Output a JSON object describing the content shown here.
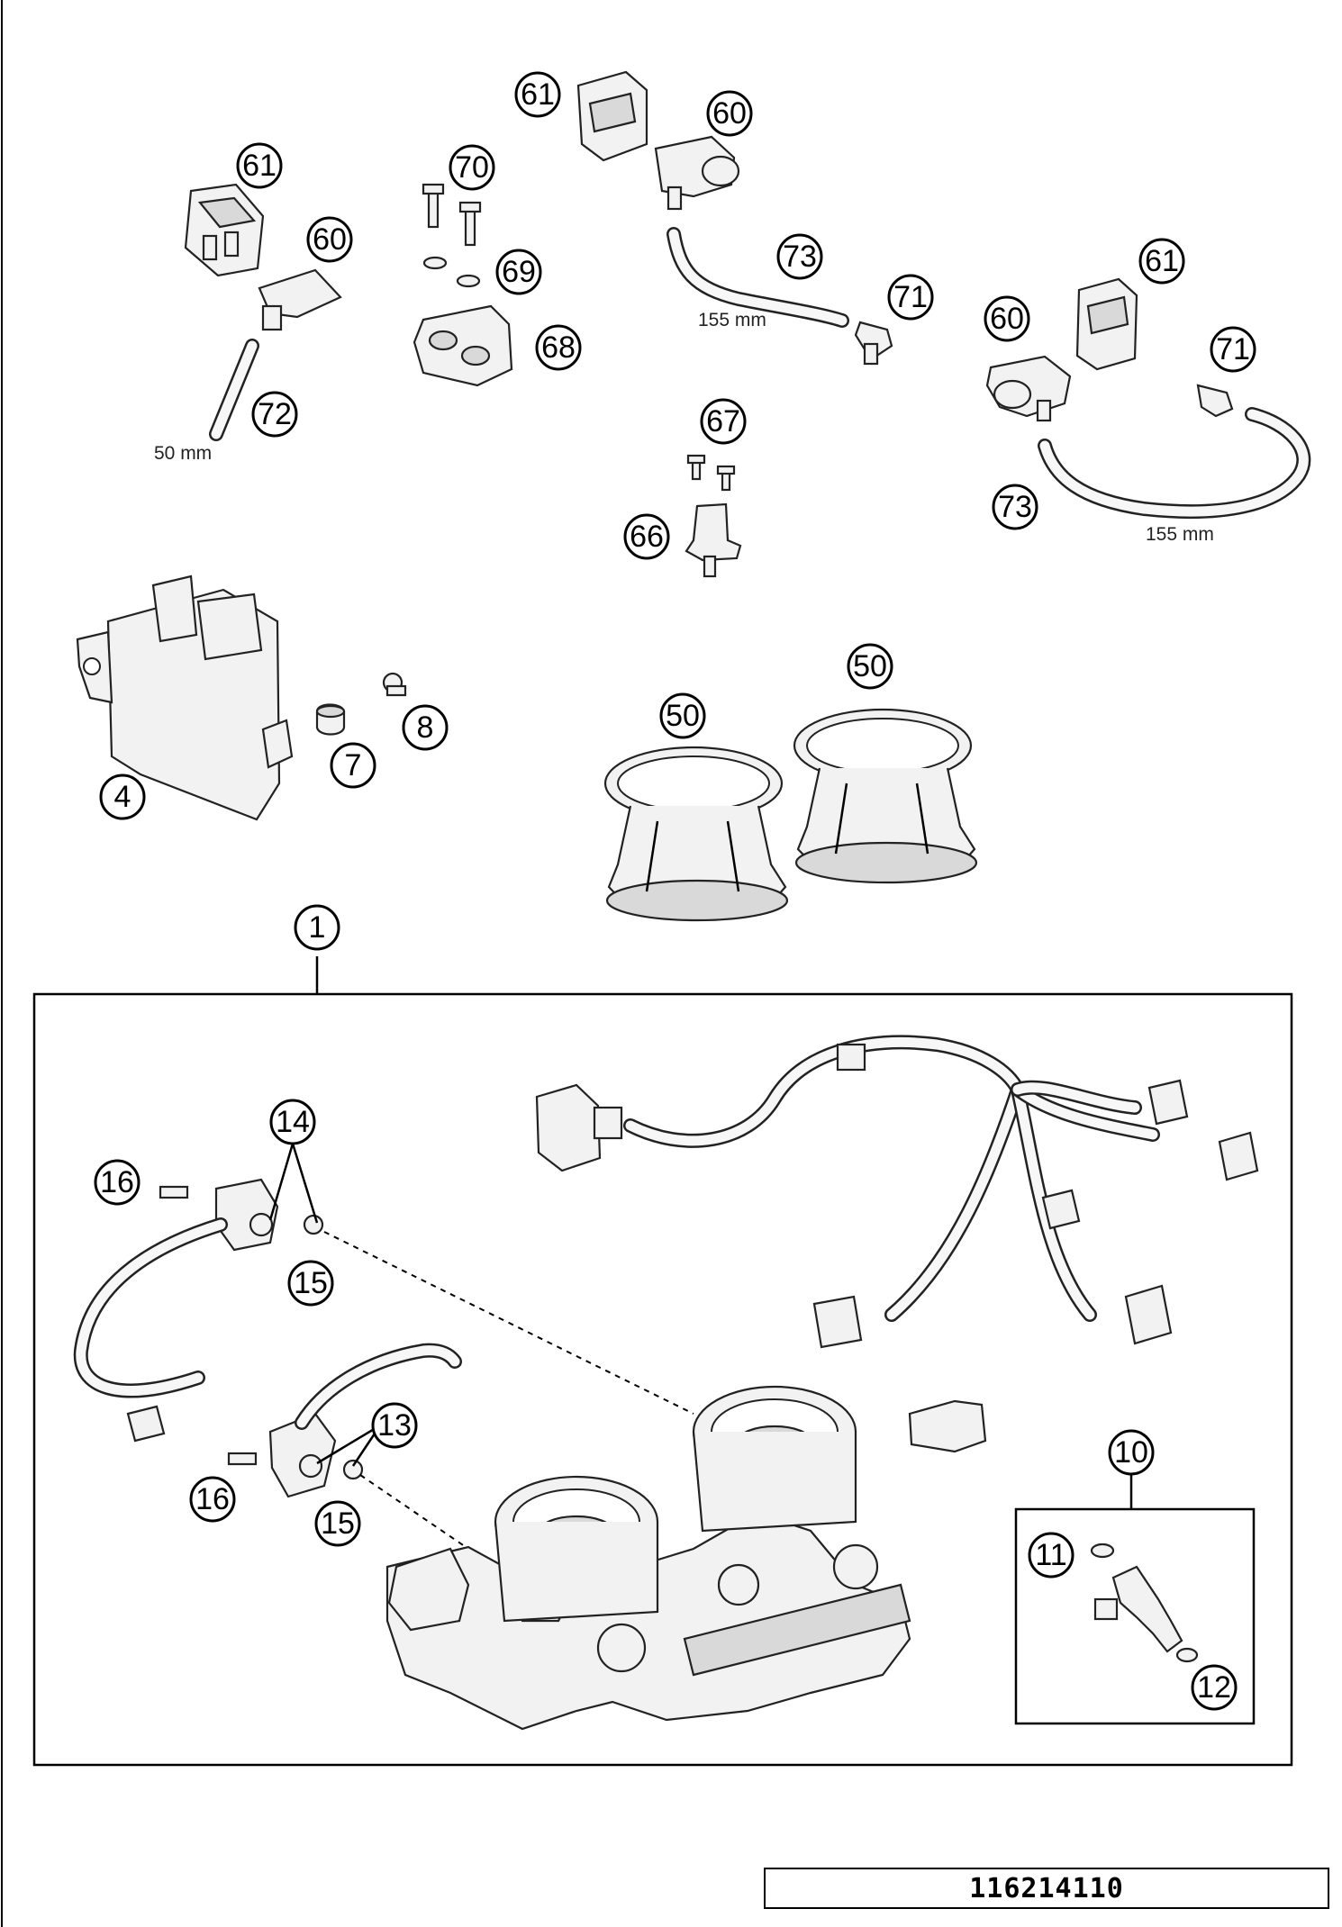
{
  "diagram": {
    "dimensions": {
      "hose_72": "50 mm",
      "hose_73_top": "155 mm",
      "hose_73_right": "155 mm"
    },
    "callouts": [
      {
        "id": "c-61a",
        "label": "61"
      },
      {
        "id": "c-60a",
        "label": "60"
      },
      {
        "id": "c-72",
        "label": "72"
      },
      {
        "id": "c-70",
        "label": "70"
      },
      {
        "id": "c-69",
        "label": "69"
      },
      {
        "id": "c-68",
        "label": "68"
      },
      {
        "id": "c-61b",
        "label": "61"
      },
      {
        "id": "c-60b",
        "label": "60"
      },
      {
        "id": "c-73a",
        "label": "73"
      },
      {
        "id": "c-71a",
        "label": "71"
      },
      {
        "id": "c-61c",
        "label": "61"
      },
      {
        "id": "c-60c",
        "label": "60"
      },
      {
        "id": "c-71b",
        "label": "71"
      },
      {
        "id": "c-73b",
        "label": "73"
      },
      {
        "id": "c-67",
        "label": "67"
      },
      {
        "id": "c-66",
        "label": "66"
      },
      {
        "id": "c-8",
        "label": "8"
      },
      {
        "id": "c-7",
        "label": "7"
      },
      {
        "id": "c-4",
        "label": "4"
      },
      {
        "id": "c-50a",
        "label": "50"
      },
      {
        "id": "c-50b",
        "label": "50"
      },
      {
        "id": "c-1",
        "label": "1"
      },
      {
        "id": "c-14",
        "label": "14"
      },
      {
        "id": "c-16a",
        "label": "16"
      },
      {
        "id": "c-15a",
        "label": "15"
      },
      {
        "id": "c-13",
        "label": "13"
      },
      {
        "id": "c-16b",
        "label": "16"
      },
      {
        "id": "c-15b",
        "label": "15"
      },
      {
        "id": "c-10",
        "label": "10"
      },
      {
        "id": "c-11",
        "label": "11"
      },
      {
        "id": "c-12",
        "label": "12"
      }
    ]
  },
  "footer": {
    "doc_number": "116214110"
  }
}
